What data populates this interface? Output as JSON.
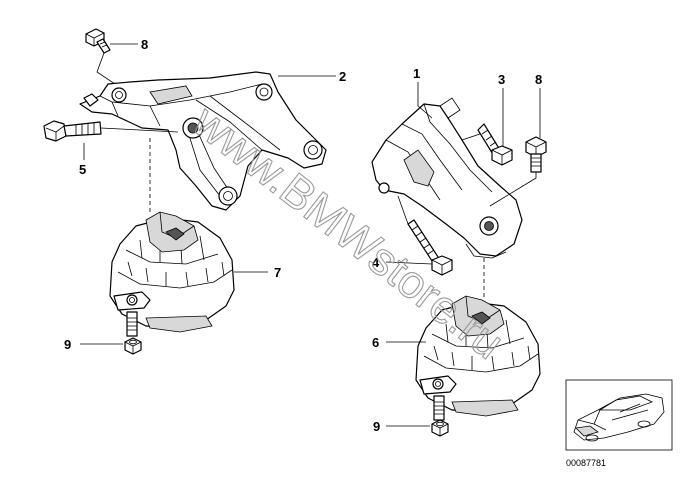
{
  "watermark": "www.BMWstore.ru",
  "reference_number": "00087781",
  "callouts": [
    {
      "id": "c8a",
      "label": "8"
    },
    {
      "id": "c2",
      "label": "2"
    },
    {
      "id": "c5",
      "label": "5"
    },
    {
      "id": "c7",
      "label": "7"
    },
    {
      "id": "c9a",
      "label": "9"
    },
    {
      "id": "c1",
      "label": "1"
    },
    {
      "id": "c3",
      "label": "3"
    },
    {
      "id": "c8b",
      "label": "8"
    },
    {
      "id": "c4",
      "label": "4"
    },
    {
      "id": "c6",
      "label": "6"
    },
    {
      "id": "c9b",
      "label": "9"
    }
  ]
}
